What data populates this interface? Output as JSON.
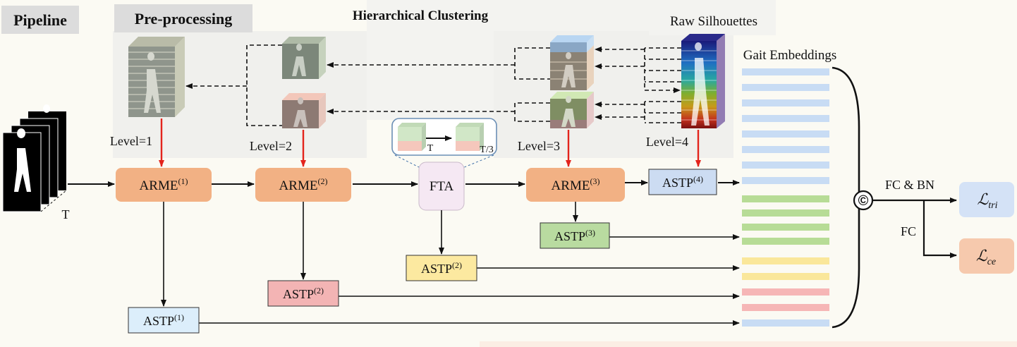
{
  "panels": {
    "pipeline": "Pipeline",
    "preprocessing": "Pre-processing",
    "hierarchical": "Hierarchical Clustering",
    "raw": "Raw Silhouettes",
    "gait_embeddings": "Gait Embeddings"
  },
  "levels": [
    "Level=1",
    "Level=2",
    "Level=3",
    "Level=4"
  ],
  "input_T": "T",
  "arme": {
    "name": "ARME",
    "sups": [
      "(1)",
      "(2)",
      "(3)"
    ]
  },
  "fta": "FTA",
  "fta_inset": {
    "t_left": "T",
    "t_right": "T/3"
  },
  "astp": {
    "name": "ASTP",
    "sups": [
      "(1)",
      "(2)",
      "(2)",
      "(3)",
      "(4)"
    ]
  },
  "concat_symbol": "©",
  "fc_bn": "FC & BN",
  "fc": "FC",
  "losses": {
    "tri_main": "ℒ",
    "tri_sub": "tri",
    "ce_main": "ℒ",
    "ce_sub": "ce"
  },
  "colors": {
    "arme": "#f2b184",
    "fta": "#f5e8f3",
    "astp_blue": "#dceefb",
    "astp_blue2": "#ccdcf2",
    "astp_green": "#b9dba0",
    "astp_yellow": "#fce9a0",
    "astp_red": "#f3b4b4",
    "loss_blue": "#d4e2f6",
    "loss_orange": "#f6c9ad",
    "red_arrow": "#e3241c",
    "embed_blue": "#c8dcf4",
    "embed_green": "#b7dc96",
    "embed_yellow": "#fae79a",
    "embed_red": "#f6b6b6"
  }
}
